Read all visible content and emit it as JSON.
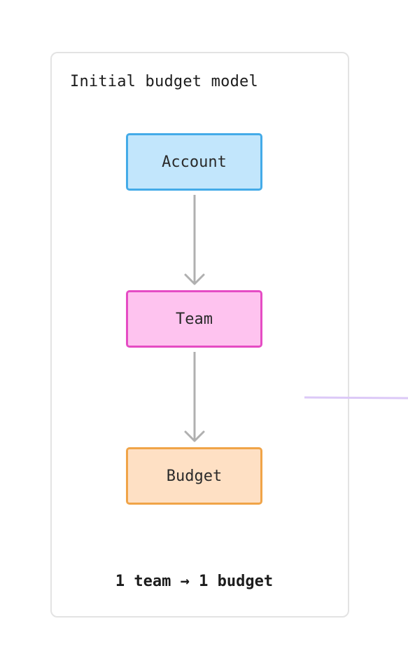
{
  "diagram": {
    "title": "Initial budget model",
    "nodes": [
      {
        "id": "account",
        "label": "Account",
        "fill": "#c2e6fc",
        "border": "#44abe8"
      },
      {
        "id": "team",
        "label": "Team",
        "fill": "#fec3ef",
        "border": "#e54cc4"
      },
      {
        "id": "budget",
        "label": "Budget",
        "fill": "#fee0c4",
        "border": "#f0a448"
      }
    ],
    "edges": [
      {
        "from": "account",
        "to": "team"
      },
      {
        "from": "team",
        "to": "budget"
      }
    ],
    "footer": "1 team → 1 budget",
    "colors": {
      "card_border": "#e3e3e3",
      "arrow": "#b0b0b0",
      "offpanel_line": "#dcc9f7"
    }
  }
}
